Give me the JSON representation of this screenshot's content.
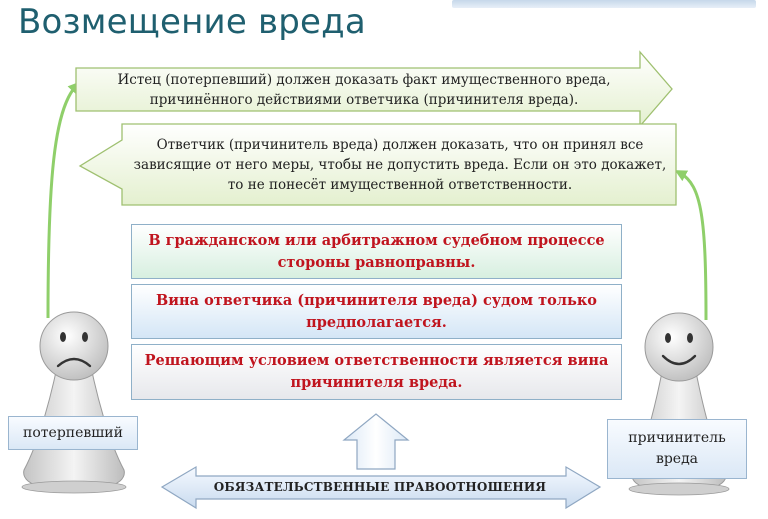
{
  "title": "Возмещение вреда",
  "arrow_top": {
    "line1": "Истец (потерпевший) должен доказать факт имущественного вреда,",
    "line2": "причинённого действиями ответчика (причинителя вреда)."
  },
  "arrow_bottom": {
    "line1": "Ответчик (причинитель вреда) должен доказать, что он принял все",
    "line2": "зависящие от него меры, чтобы не допустить вреда. Если он это докажет,",
    "line3": "то не понесёт имущественной ответственности."
  },
  "boxes": [
    {
      "line1": "В гражданском или арбитражном судебном процессе",
      "line2": "стороны равноправны."
    },
    {
      "line1": "Вина ответчика (причинителя вреда) судом только",
      "line2": "предполагается."
    },
    {
      "line1": "Решающим условием ответственности является вина",
      "line2": "причинителя вреда."
    }
  ],
  "victim_label": "потерпевший",
  "causer_label": {
    "line1": "причинитель",
    "line2": "вреда"
  },
  "relations_label": "ОБЯЗАТЕЛЬСТВЕННЫЕ ПРАВООТНОШЕНИЯ",
  "colors": {
    "title": "#1f5f6f",
    "red_text": "#c0141e",
    "curve_green": "#8fcf6a",
    "arrow_fill_light": "#f2f7e6",
    "arrow_border": "#9fc070"
  }
}
